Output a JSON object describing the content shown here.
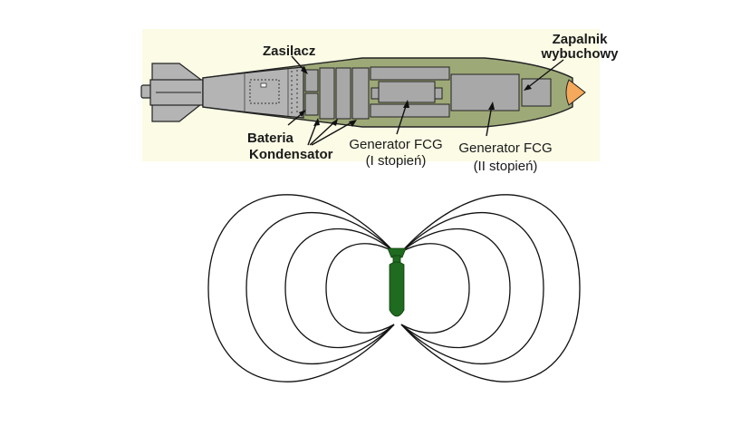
{
  "labels": {
    "zasilacz": "Zasilacz",
    "zapalnik_line1": "Zapalnik",
    "zapalnik_line2": "wybuchowy",
    "bateria": "Bateria",
    "kondensator": "Kondensator",
    "fcg1_line1": "Generator FCG",
    "fcg1_line2": "(I stopień)",
    "fcg2_line1": "Generator FCG",
    "fcg2_line2": "(II stopień)"
  },
  "colors": {
    "background_panel": "#fbfbe6",
    "bomb_body": "#9ea978",
    "tail_section": "#b4b4b4",
    "components": "#a8a8a8",
    "nose_cone": "#f5a95a",
    "small_bomb": "#1f6b1f",
    "outline": "#222222"
  }
}
